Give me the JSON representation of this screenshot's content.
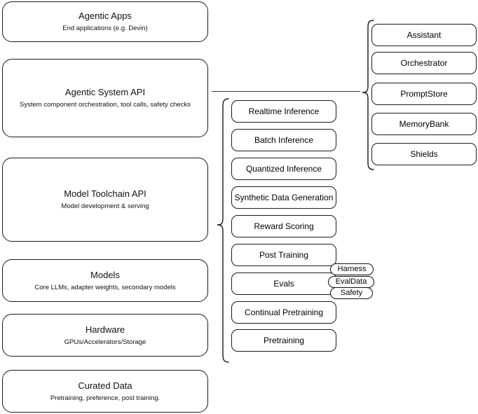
{
  "diagram": {
    "title": "Agentic stack layered architecture",
    "stroke_color": "#1a1a1a",
    "background_color": "#ffffff"
  },
  "stack_layers": [
    {
      "name": "agentic-apps",
      "title": "Agentic Apps",
      "subtitle": "End applications (e.g. Devin)"
    },
    {
      "name": "agentic-system-api",
      "title": "Agentic System API",
      "subtitle": "System component orchestration, tool calls, safety checks"
    },
    {
      "name": "model-toolchain-api",
      "title": "Model Toolchain API",
      "subtitle": "Model development & serving"
    },
    {
      "name": "models",
      "title": "Models",
      "subtitle": "Core LLMs, adapter weights, secondary models"
    },
    {
      "name": "hardware",
      "title": "Hardware",
      "subtitle": "GPUs/Accelerators/Storage"
    },
    {
      "name": "curated-data",
      "title": "Curated Data",
      "subtitle": "Pretraining, preference, post training."
    }
  ],
  "toolchain_components": [
    {
      "name": "realtime-inference",
      "label": "Realtime Inference"
    },
    {
      "name": "batch-inference",
      "label": "Batch Inference"
    },
    {
      "name": "quantized-inference",
      "label": "Quantized Inference"
    },
    {
      "name": "synthetic-data-generation",
      "label": "Synthetic Data Generation"
    },
    {
      "name": "reward-scoring",
      "label": "Reward Scoring"
    },
    {
      "name": "post-training",
      "label": "Post Training"
    },
    {
      "name": "evals",
      "label": "Evals"
    },
    {
      "name": "continual-pretraining",
      "label": "Continual Pretraining"
    },
    {
      "name": "pretraining",
      "label": "Pretraining"
    }
  ],
  "evals_subcomponents": [
    {
      "name": "harness",
      "label": "Harness"
    },
    {
      "name": "evaldata",
      "label": "EvalData"
    },
    {
      "name": "safety",
      "label": "Safety"
    }
  ],
  "system_components": [
    {
      "name": "assistant",
      "label": "Assistant"
    },
    {
      "name": "orchestrator",
      "label": "Orchestrator"
    },
    {
      "name": "promptstore",
      "label": "PromptStore"
    },
    {
      "name": "memorybank",
      "label": "MemoryBank"
    },
    {
      "name": "shields",
      "label": "Shields"
    }
  ]
}
